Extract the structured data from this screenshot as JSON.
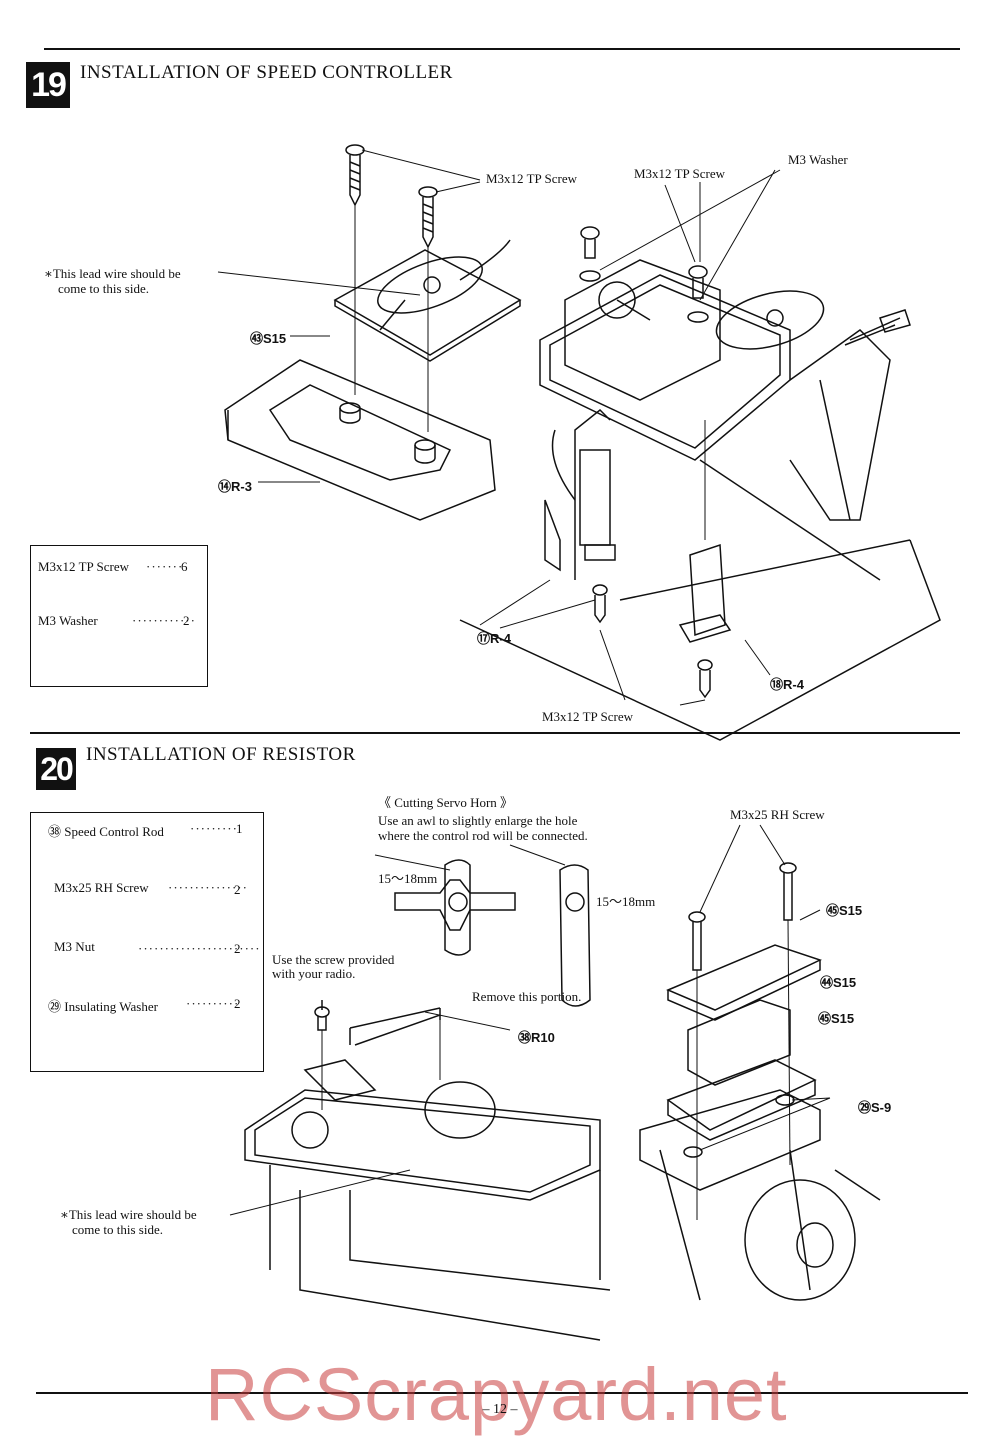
{
  "section19": {
    "number": "19",
    "title": "INSTALLATION OF SPEED CONTROLLER",
    "labels": {
      "screw_a": "M3x12 TP Screw",
      "screw_b": "M3x12 TP Screw",
      "washer": "M3 Washer",
      "lead_note_1": "∗This lead wire should be",
      "lead_note_2": "come to this side.",
      "part_s15": "㊸S15",
      "part_r3": "⑭R-3",
      "part_r4_a": "⑰R-4",
      "part_r4_b": "⑱R-4",
      "screw_bottom": "M3x12 TP Screw"
    },
    "parts": [
      {
        "name": "M3x12 TP Screw",
        "qty": "6"
      },
      {
        "name": "M3 Washer",
        "qty": "2"
      }
    ]
  },
  "section20": {
    "number": "20",
    "title": "INSTALLATION OF RESISTOR",
    "labels": {
      "cutting_title": "《 Cutting Servo Horn 》",
      "cutting_1": "Use an awl to slightly enlarge the hole",
      "cutting_2": "where the control rod will be connected.",
      "dim_left": "15～18mm",
      "dim_right": "15～18mm",
      "remove": "Remove this portion.",
      "screw_note_1": "Use the screw provided",
      "screw_note_2": "with your radio.",
      "rod": "㊳R10",
      "rh_screw": "M3x25 RH Screw",
      "s15_a": "㊺S15",
      "s15_b": "㊹S15",
      "s15_c": "㊺S15",
      "s9": "㉙S-9",
      "lead_note_1": "∗This lead wire should be",
      "lead_note_2": "come to this side."
    },
    "parts": [
      {
        "name": "㊳ Speed Control Rod",
        "qty": "1"
      },
      {
        "name": "M3x25 RH Screw",
        "qty": "2"
      },
      {
        "name": "M3 Nut",
        "qty": "2"
      },
      {
        "name": "㉙ Insulating Washer",
        "qty": "2"
      }
    ]
  },
  "footer": {
    "page": "– 12 –",
    "watermark": "RCScrapyard.net"
  }
}
